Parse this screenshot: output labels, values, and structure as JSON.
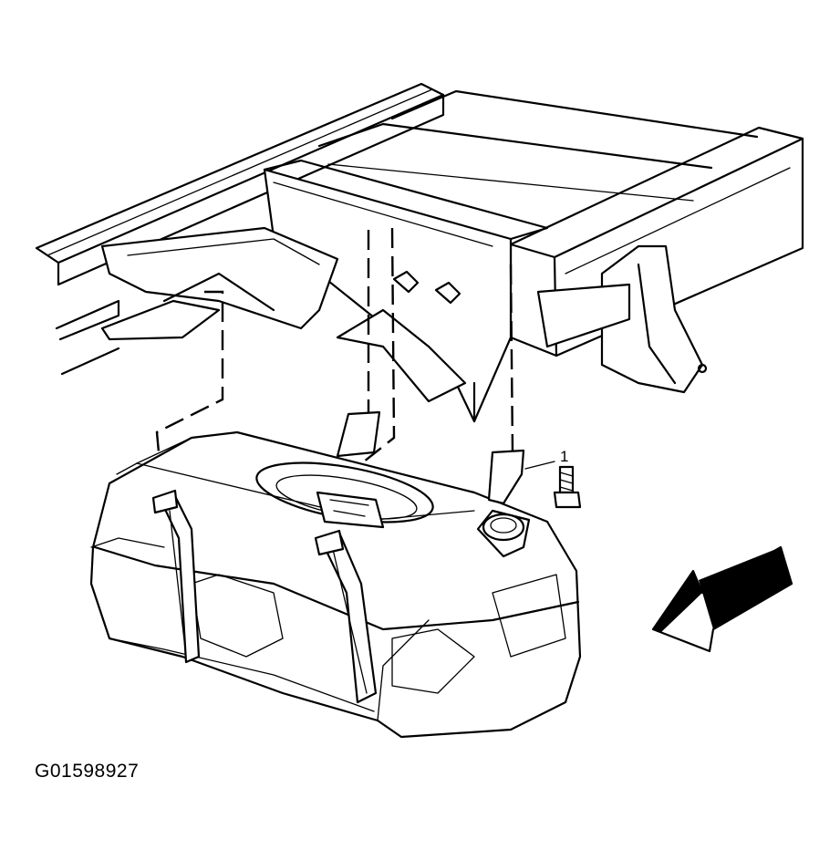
{
  "figure": {
    "id_label": "G01598927",
    "callouts": [
      {
        "number": "1",
        "name": "bolt"
      }
    ],
    "parts": [
      "frame-rail-left",
      "frame-rail-right",
      "crossmember",
      "fuel-tank",
      "front-tank-strap",
      "rear-tank-strap",
      "strap-bracket",
      "filler-neck",
      "fuel-pump-module",
      "strap-bolt",
      "front-direction-arrow"
    ]
  }
}
